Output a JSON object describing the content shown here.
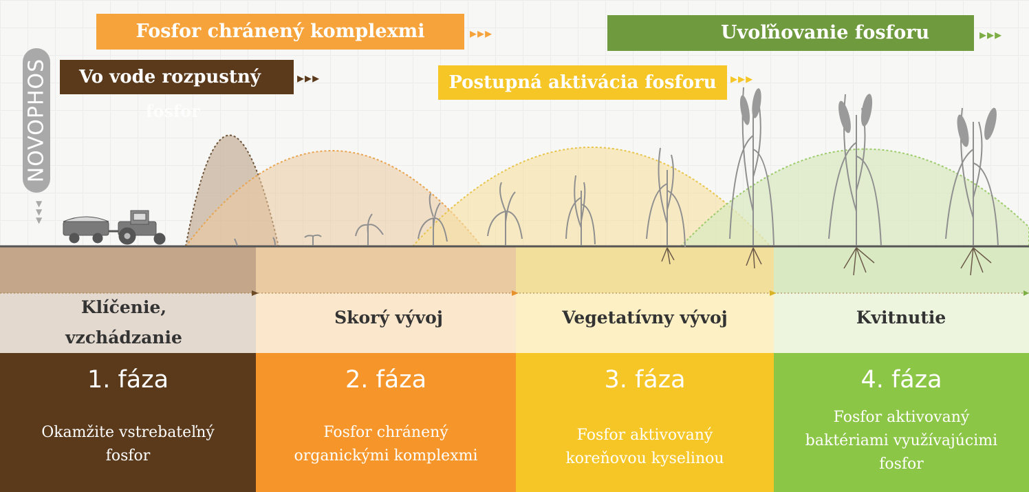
{
  "brand": "NOVOPHOS",
  "banners": {
    "protected": "Fosfor chránený komplexmi",
    "soluble": "Vo vode rozpustný",
    "soluble_ghost": "fosfor",
    "gradual": "Postupná aktivácia fosforu",
    "release": "Uvoľňovanie  fosforu"
  },
  "arrow_glyph": "▸▸▸",
  "stages": [
    "Klíčenie, vzchádzanie",
    "Skorý vývoj",
    "Vegetatívny vývoj",
    "Kvitnutie"
  ],
  "phases": [
    {
      "title": "1. fáza",
      "desc1": "Okamžite vstrebateľný",
      "desc2": "fosfor",
      "desc3": ""
    },
    {
      "title": "2. fáza",
      "desc1": "Fosfor chránený",
      "desc2": "organickými komplexmi",
      "desc3": ""
    },
    {
      "title": "3. fáza",
      "desc1": "Fosfor aktivovaný",
      "desc2": "koreňovou kyselinou",
      "desc3": ""
    },
    {
      "title": "4. fáza",
      "desc1": "Fosfor aktivovaný",
      "desc2": "baktériami využívajúcimi",
      "desc3": "fosfor"
    }
  ],
  "colors": {
    "brown": "#5a3a1b",
    "orange": "#f6962a",
    "yellow": "#f5c625",
    "green": "#8cc646",
    "banner_orange": "#f6a33b",
    "banner_green": "#6f9a3d"
  }
}
